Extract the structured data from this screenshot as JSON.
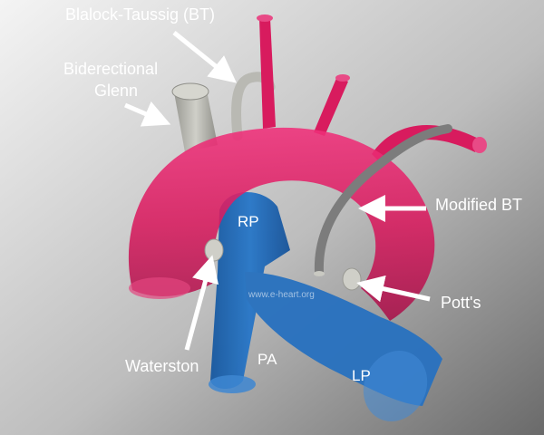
{
  "labels": {
    "blalock_taussig": "Blalock-Taussig (BT)",
    "glenn_line1": "Biderectional",
    "glenn_line2": "Glenn",
    "modified_bt": "Modified BT",
    "potts": "Pott's",
    "waterston": "Waterston",
    "rp": "RP",
    "pa": "PA",
    "lp": "LP"
  },
  "watermark": "www.e-heart.org",
  "colors": {
    "aorta": "#d81b5e",
    "pulmonary": "#1f68b4",
    "shunt": "#8a8a8a",
    "glenn": "#b9b9b3",
    "arrow": "#ffffff",
    "background_light": "#f2f2f2",
    "background_dark": "#6e6e6e"
  }
}
